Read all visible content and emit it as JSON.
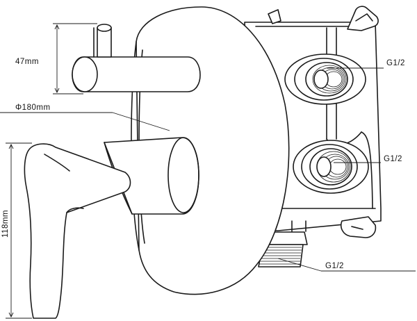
{
  "labels": {
    "depth": "47mm",
    "diameter": "Φ180mm",
    "height": "118mm",
    "port_top": "G1/2",
    "port_middle": "G1/2",
    "port_bottom": "G1/2"
  }
}
